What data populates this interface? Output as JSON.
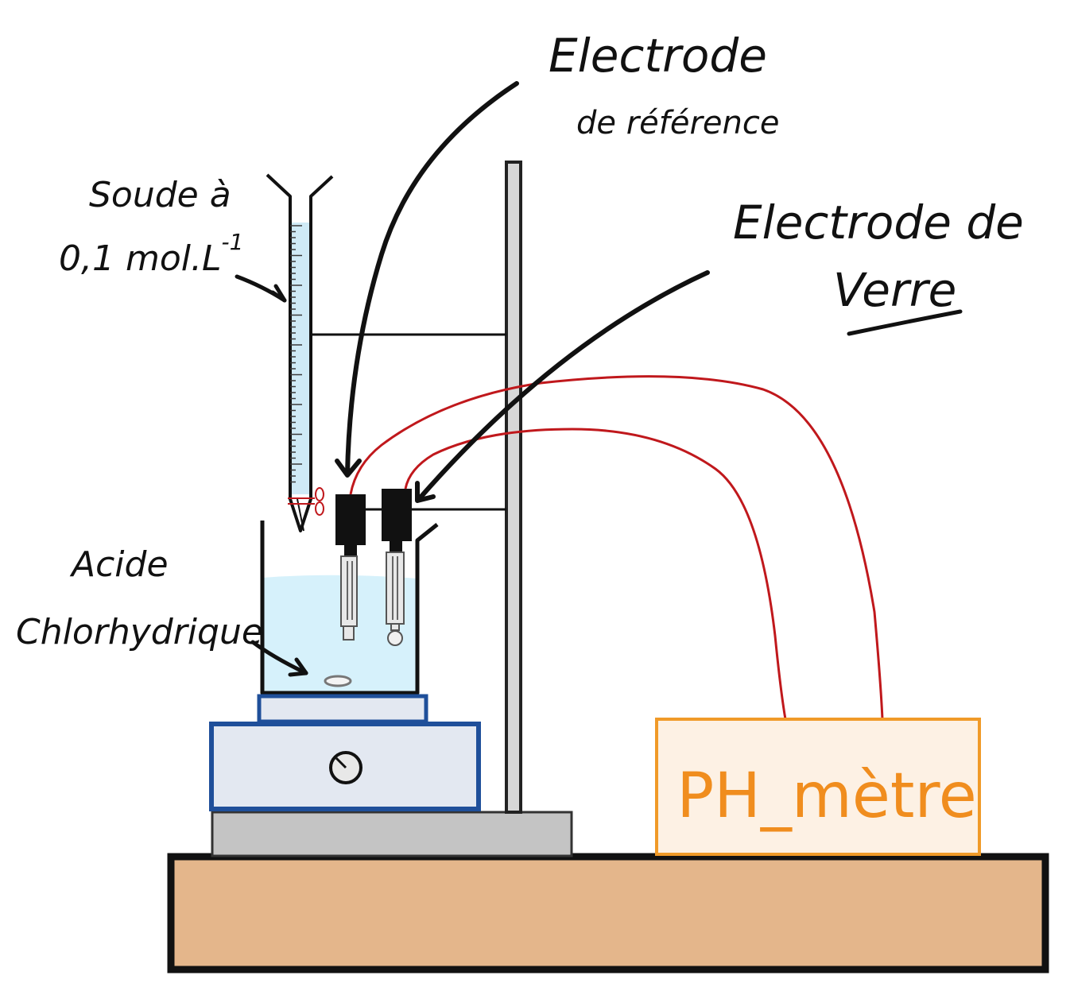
{
  "labels": {
    "burette_line1": "Soude à",
    "burette_line2": "0,1 mol.L",
    "burette_exp": "-1",
    "acid_line1": "Acide",
    "acid_line2": "Chlorhydrique",
    "ref_line1": "Electrode",
    "ref_line2": "de référence",
    "glass_line1": "Electrode de",
    "glass_line2": "Verre",
    "ph_meter": "PH_mètre"
  },
  "colors": {
    "ink": "#111111",
    "wire": "#c0181c",
    "water": "#d6f1fb",
    "burette_fill": "#cfeaf6",
    "stirrer_border": "#1f4f9a",
    "stirrer_fill": "#e3e8f1",
    "base_gray": "#c4c4c4",
    "table": "#e4b68b",
    "meter_border": "#f09a28",
    "meter_fill": "#fdf1e4",
    "meter_text": "#f08d1e",
    "probe": "#111111"
  }
}
